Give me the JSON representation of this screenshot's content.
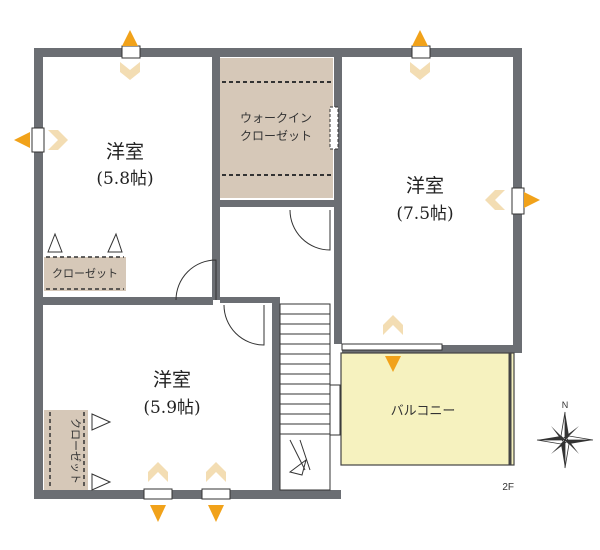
{
  "rooms": {
    "room_a": {
      "name": "洋室",
      "size": "(5.8帖)"
    },
    "room_b": {
      "name": "洋室",
      "size": "(7.5帖)"
    },
    "room_c": {
      "name": "洋室",
      "size": "(5.9帖)"
    }
  },
  "labels": {
    "walkin_line1": "ウォークイン",
    "walkin_line2": "クローゼット",
    "closet_a": "クローゼット",
    "closet_c": "クローゼット",
    "balcony": "バルコニー",
    "floor": "2F",
    "compass_north": "N"
  },
  "colors": {
    "wall": "#6b6e73",
    "closet": "#d6c8b8",
    "balcony": "#f6f2bf",
    "arrow": "#f1a21a"
  }
}
